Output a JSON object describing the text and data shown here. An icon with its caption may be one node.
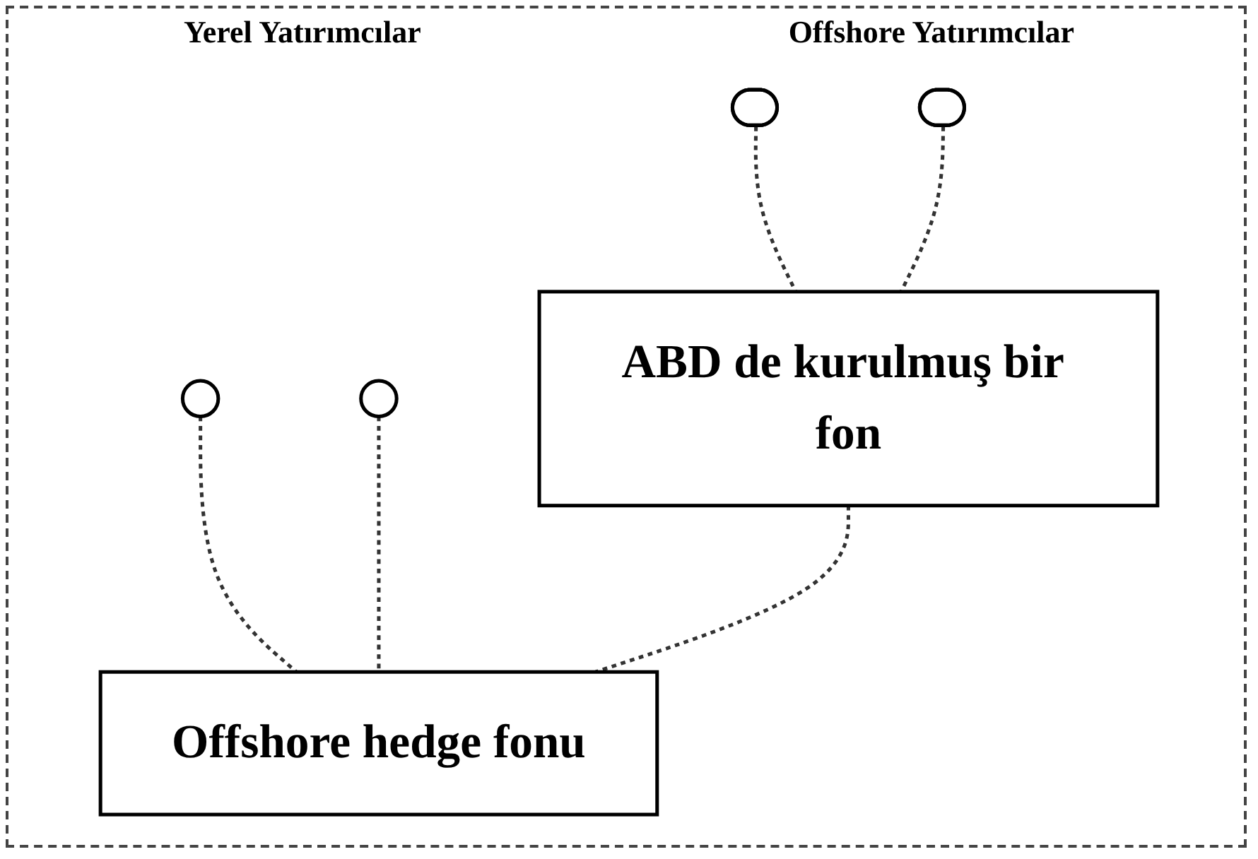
{
  "diagram": {
    "nodes": [
      {
        "text": [],
        "shape": "ellipse"
      },
      {
        "text": [],
        "shape": "ellipse"
      },
      {
        "text": [
          "ABD de kurulmuş bir fon"
        ]
      },
      {
        "text": [],
        "shape": "circle"
      },
      {
        "text": [],
        "shape": "circle"
      },
      {
        "text": [
          "Offshore hedge fonu"
        ]
      }
    ],
    "edges": [
      {
        "from": 0,
        "to": 2,
        "arrow": "none",
        "style": "dashed"
      },
      {
        "from": 1,
        "to": 2,
        "arrow": "none",
        "style": "dashed"
      },
      {
        "from": 3,
        "to": 5,
        "arrow": "none",
        "style": "dashed"
      },
      {
        "from": 4,
        "to": 5,
        "arrow": "none",
        "style": "dashed"
      },
      {
        "from": 2,
        "to": 5,
        "arrow": "none",
        "style": "dashed"
      }
    ],
    "labels": [
      "Yerel Yatırımcılar",
      "Offshore Yatırımcılar"
    ]
  }
}
